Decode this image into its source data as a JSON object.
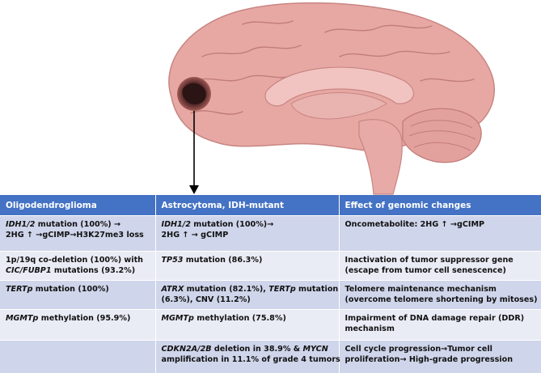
{
  "colors": {
    "header_bg": "#4472c4",
    "row_dark": "#cfd5ea",
    "row_light": "#e9ebf5",
    "brain_pink": "#e9a9a6",
    "tumor": "#3a1f1f"
  },
  "illustration": {
    "icons": [
      "brain-illustration",
      "tumor-marker",
      "down-arrow"
    ]
  },
  "table": {
    "headers": [
      "Oligodendroglioma",
      "Astrocytoma, IDH-mutant",
      "Effect of genomic changes"
    ],
    "rows": [
      {
        "c1": {
          "l1a": "IDH1/2",
          "l1b": " mutation (100%) →",
          "l2": "2HG ↑ →gCIMP→H3K27me3  loss"
        },
        "c2": {
          "l1a": "IDH1/2",
          "l1b": " mutation (100%)→",
          "l2": "2HG ↑ →  gCIMP"
        },
        "c3": {
          "l1": "Oncometabolite: 2HG ↑ →gCIMP"
        }
      },
      {
        "c1": {
          "l1": "1p/19q co-deletion (100%) with",
          "l2a": "CIC/FUBP1",
          "l2b": " mutations (93.2%)"
        },
        "c2": {
          "l1a": "TP53",
          "l1b": " mutation (86.3%)"
        },
        "c3": {
          "l1": "Inactivation of tumor suppressor gene",
          "l2": "(escape from tumor cell senescence)"
        }
      },
      {
        "c1": {
          "l1a": "TERTp",
          "l1b": " mutation (100%)"
        },
        "c2": {
          "l1a": "ATRX",
          "l1b": " mutation (82.1%), ",
          "l1c": "TERTp",
          "l1d": " mutation",
          "l2": "(6.3%), CNV (11.2%)"
        },
        "c3": {
          "l1": "Telomere maintenance mechanism",
          "l2": "(overcome telomere shortening by mitoses)"
        }
      },
      {
        "c1": {
          "l1a": "MGMTp",
          "l1b": " methylation (95.9%)"
        },
        "c2": {
          "l1a": "MGMTp",
          "l1b": " methylation (75.8%)"
        },
        "c3": {
          "l1": "Impairment of DNA damage repair (DDR)",
          "l2": "mechanism"
        }
      },
      {
        "c1": {},
        "c2": {
          "l1a": "CDKN2A/2B",
          "l1b": " deletion in 38.9% & ",
          "l1c": "MYCN",
          "l2": "amplification in 11.1% of grade 4 tumors"
        },
        "c3": {
          "l1": "Cell cycle progression→Tumor cell",
          "l2": "proliferation→ High-grade progression"
        }
      }
    ]
  }
}
